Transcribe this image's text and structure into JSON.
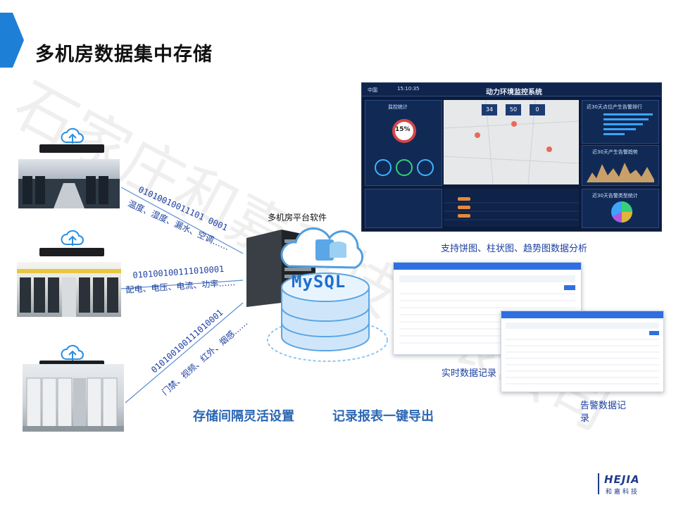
{
  "page": {
    "title": "多机房数据集中存储",
    "watermark": "石家庄和嘉科技有限公司"
  },
  "sources": {
    "line1_binary": "01010010011101 0001",
    "line1_params": "温度、湿度、漏水、空调……",
    "line2_binary": "010100100111010001",
    "line2_params": "配电、电压、电流、功率……",
    "line3_binary": "010100100111010001",
    "line3_params": "门禁、视频、红外、烟感……"
  },
  "server": {
    "label": "多机房平台软件",
    "db_label": "MySQL"
  },
  "features": {
    "storage": "存储间隔灵活设置",
    "export": "记录报表一键导出"
  },
  "dashboard": {
    "title": "动力环境监控系统",
    "location": "中国",
    "time": "15:10:35",
    "panel_monitor": "监控统计",
    "gauge_value": "15%",
    "panel_top": "近30天点位产生告警排行",
    "panel_trend": "近30天产生告警趋势",
    "panel_pie": "近30天告警类型统计",
    "counts": [
      "34",
      "50",
      "0"
    ],
    "caption": "支持饼图、柱状图、趋势图数据分析"
  },
  "reports": {
    "realtime_caption": "实时数据记录",
    "alarm_caption": "告警数据记录"
  },
  "brand": {
    "logo": "HEJIA",
    "sub": "和嘉科技"
  },
  "colors": {
    "accent": "#1e7fd6",
    "text_blue": "#1a3fa0",
    "feature_blue": "#2b67b4"
  }
}
